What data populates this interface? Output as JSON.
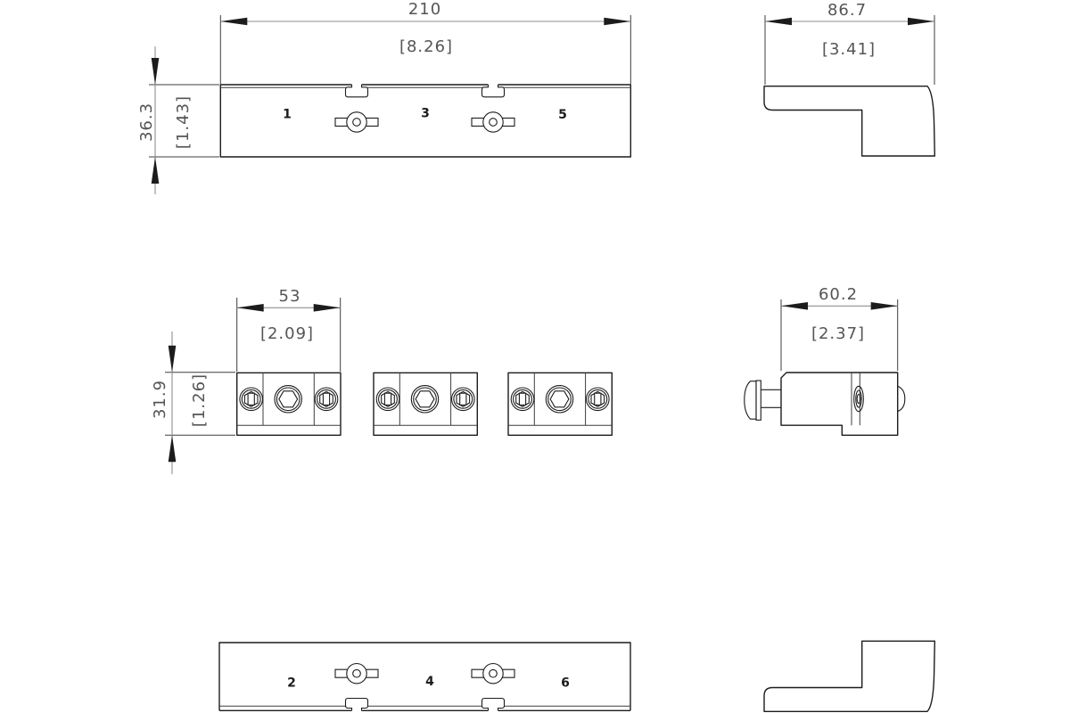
{
  "views": {
    "strip_top": {
      "circuit_labels": [
        "1",
        "3",
        "5"
      ],
      "width_dim": {
        "mm": "210",
        "inch": "[8.26]"
      },
      "height_dim": {
        "mm": "36.3",
        "inch": "[1.43]"
      }
    },
    "end_cap_top": {
      "width_dim": {
        "mm": "86.7",
        "inch": "[3.41]"
      }
    },
    "terminal_block_front": {
      "width_dim": {
        "mm": "53",
        "inch": "[2.09]"
      },
      "height_dim": {
        "mm": "31.9",
        "inch": "[1.26]"
      }
    },
    "terminal_block_side": {
      "width_dim": {
        "mm": "60.2",
        "inch": "[2.37]"
      }
    },
    "strip_bottom": {
      "circuit_labels": [
        "2",
        "4",
        "6"
      ]
    }
  },
  "colors": {
    "line": "#1c1c1c",
    "thin_line": "#3c3c3c",
    "dim_line": "#8f8f8f",
    "dim_text": "#555555",
    "background": "#ffffff"
  }
}
